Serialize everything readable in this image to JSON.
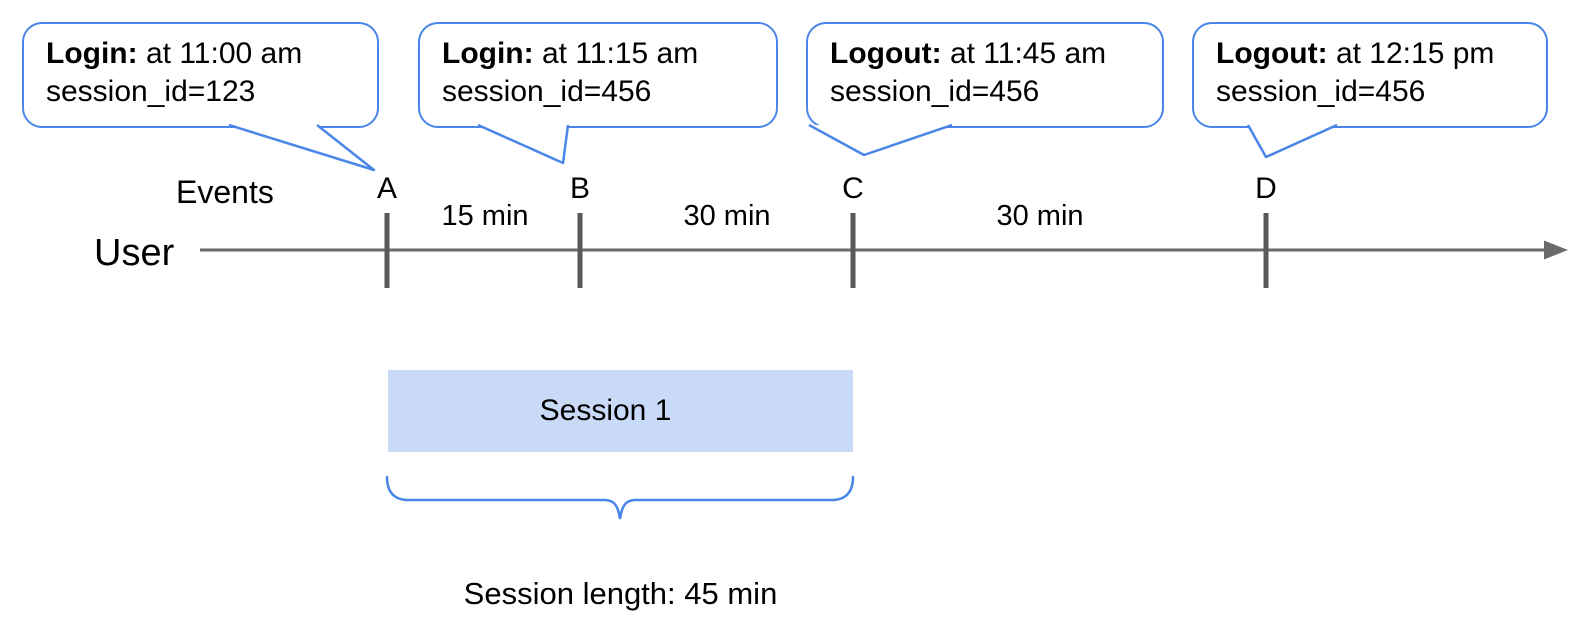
{
  "bubbles": [
    {
      "title": "Login:",
      "detail": "at 11:00 am",
      "line2": "session_id=123"
    },
    {
      "title": "Login:",
      "detail": "at 11:15 am",
      "line2": "session_id=456"
    },
    {
      "title": "Logout:",
      "detail": "at 11:45 am",
      "line2": "session_id=456"
    },
    {
      "title": "Logout:",
      "detail": "at 12:15 pm",
      "line2": "session_id=456"
    }
  ],
  "timeline": {
    "row_label": "User",
    "events_label": "Events",
    "markers": [
      {
        "label": "A"
      },
      {
        "label": "B"
      },
      {
        "label": "C"
      },
      {
        "label": "D"
      }
    ],
    "intervals": [
      {
        "label": "15 min"
      },
      {
        "label": "30 min"
      },
      {
        "label": "30 min"
      }
    ]
  },
  "session": {
    "box_label": "Session 1",
    "length_label": "Session length: 45 min"
  },
  "colors": {
    "accent_blue": "#4a86e8",
    "session_fill": "#c9daf8",
    "axis_gray": "#6a6a6a",
    "tick_gray": "#595959"
  }
}
